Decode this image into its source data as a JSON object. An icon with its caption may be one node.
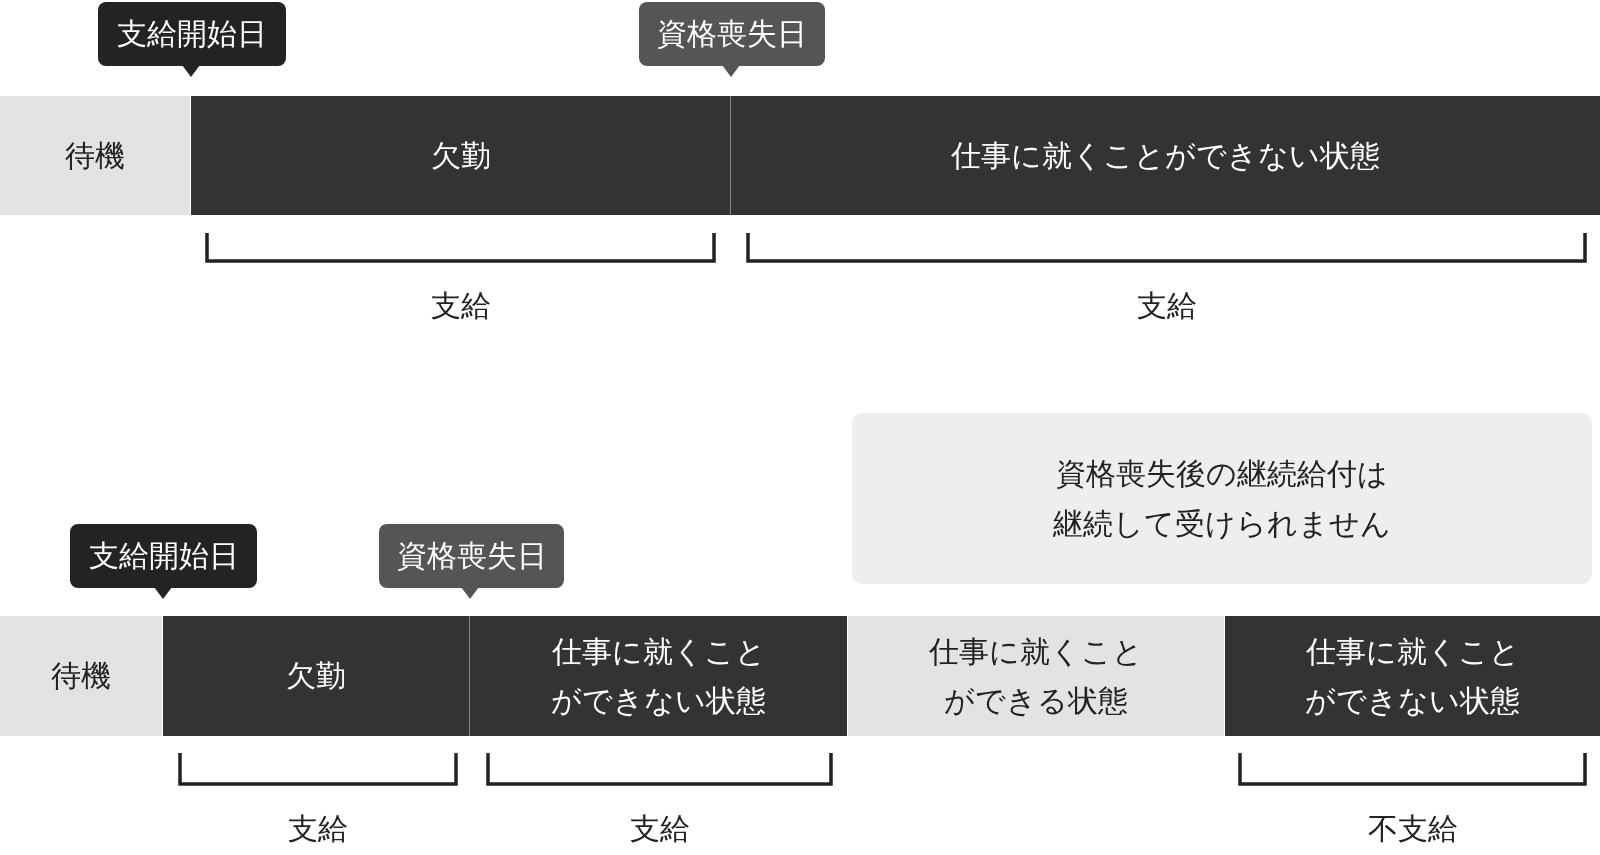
{
  "diagram": {
    "nodes": [
      {
        "text": [
          "支給開始日"
        ]
      },
      {
        "text": [
          "資格喪失日"
        ]
      },
      {
        "text": [
          "待機"
        ]
      },
      {
        "text": [
          "欠勤"
        ]
      },
      {
        "text": [
          "仕事に就くことができない状態"
        ]
      },
      {
        "text": [
          "資格喪失後の継続給付は継続して受けられません"
        ]
      },
      {
        "text": [
          "支給開始日"
        ]
      },
      {
        "text": [
          "資格喪失日"
        ]
      },
      {
        "text": [
          "待機"
        ]
      },
      {
        "text": [
          "欠勤"
        ]
      },
      {
        "text": [
          "仕事に就くことができない状態"
        ]
      },
      {
        "text": [
          "仕事に就くことができる状態"
        ]
      },
      {
        "text": [
          "仕事に就くことができない状態"
        ]
      }
    ],
    "labels": [
      "支給",
      "支給",
      "支給",
      "支給",
      "不支給"
    ]
  }
}
